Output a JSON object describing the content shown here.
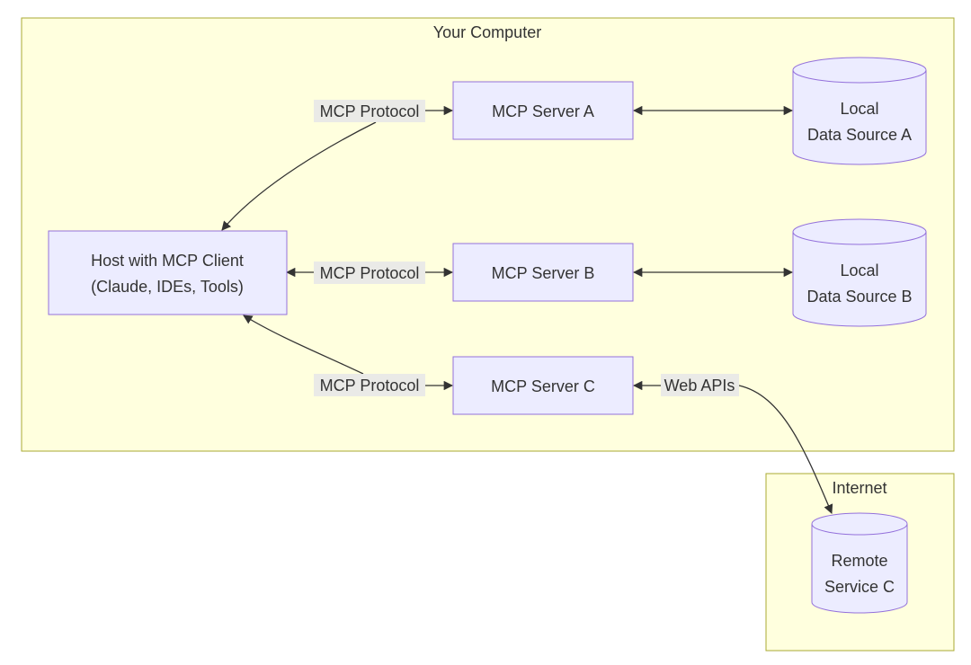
{
  "clusters": {
    "your_computer": "Your Computer",
    "internet": "Internet"
  },
  "nodes": {
    "host": [
      "Host with MCP Client",
      "(Claude, IDEs, Tools)"
    ],
    "server_a": "MCP Server A",
    "server_b": "MCP Server B",
    "server_c": "MCP Server C",
    "data_a": [
      "Local",
      "Data Source A"
    ],
    "data_b": [
      "Local",
      "Data Source B"
    ],
    "remote_c": [
      "Remote",
      "Service C"
    ]
  },
  "edges": {
    "host_server_a": "MCP Protocol",
    "host_server_b": "MCP Protocol",
    "host_server_c": "MCP Protocol",
    "server_c_remote": "Web APIs"
  },
  "colors": {
    "cluster_fill": "#ffffde",
    "cluster_stroke": "#aaaa33",
    "node_fill": "#ececff",
    "node_stroke": "#9370db",
    "edge_label_bg": "#e8e8e8",
    "line": "#333333"
  }
}
